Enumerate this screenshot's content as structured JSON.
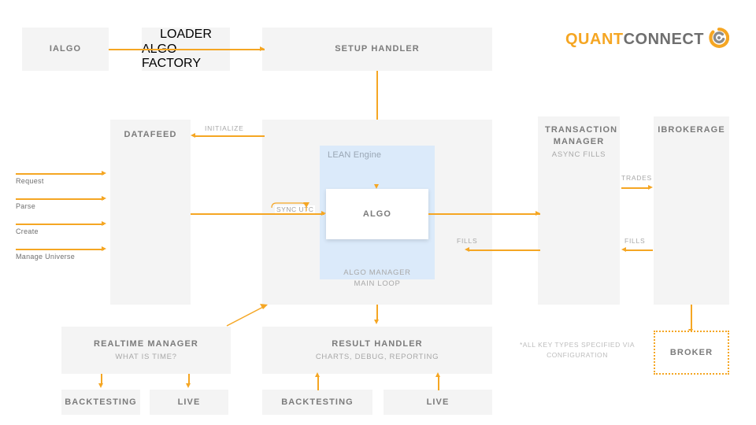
{
  "brand": {
    "word1": "QUANT",
    "word2": "CONNECT",
    "mark_name": "quantconnect-swirl-icon",
    "accent_color": "#f5a623",
    "gray_color": "#6f6f6f"
  },
  "colors": {
    "box_fill": "#f4f4f4",
    "lean_panel_fill": "#dbeafa",
    "connector": "#f5a623",
    "title_text": "#7b7b7b",
    "subtitle_text": "#a8a8a8"
  },
  "boxes": {
    "ialgo": {
      "title": "IALGO"
    },
    "loader_factory": {
      "row1": "LOADER",
      "row2": "ALGO FACTORY"
    },
    "setup_handler": {
      "title": "SETUP HANDLER"
    },
    "datafeed": {
      "title": "DATAFEED"
    },
    "lean_container": {
      "lean_label": "LEAN Engine",
      "algo_manager": "ALGO MANAGER",
      "main_loop": "MAIN LOOP"
    },
    "algo": {
      "title": "ALGO"
    },
    "transaction_manager": {
      "title": "TRANSACTION MANAGER",
      "subtitle": "ASYNC FILLS"
    },
    "ibrokerage": {
      "title": "IBROKERAGE"
    },
    "broker": {
      "title": "BROKER"
    },
    "realtime_manager": {
      "title": "REALTIME MANAGER",
      "subtitle": "WHAT IS TIME?"
    },
    "result_handler": {
      "title": "RESULT HANDLER",
      "subtitle": "CHARTS, DEBUG, REPORTING"
    },
    "rt_backtesting": {
      "title": "BACKTESTING"
    },
    "rt_live": {
      "title": "LIVE"
    },
    "rh_backtesting": {
      "title": "BACKTESTING"
    },
    "rh_live": {
      "title": "LIVE"
    }
  },
  "edge_labels": {
    "initialize": "INITIALIZE",
    "sync_utc": "SYNC UTC",
    "trades": "TRADES",
    "fills_brokerage": "FILLS",
    "fills_transaction": "FILLS"
  },
  "inputs": [
    {
      "label": "Request"
    },
    {
      "label": "Parse"
    },
    {
      "label": "Create"
    },
    {
      "label": "Manage Universe"
    }
  ],
  "footnote": "*ALL KEY TYPES SPECIFIED VIA CONFIGURATION"
}
